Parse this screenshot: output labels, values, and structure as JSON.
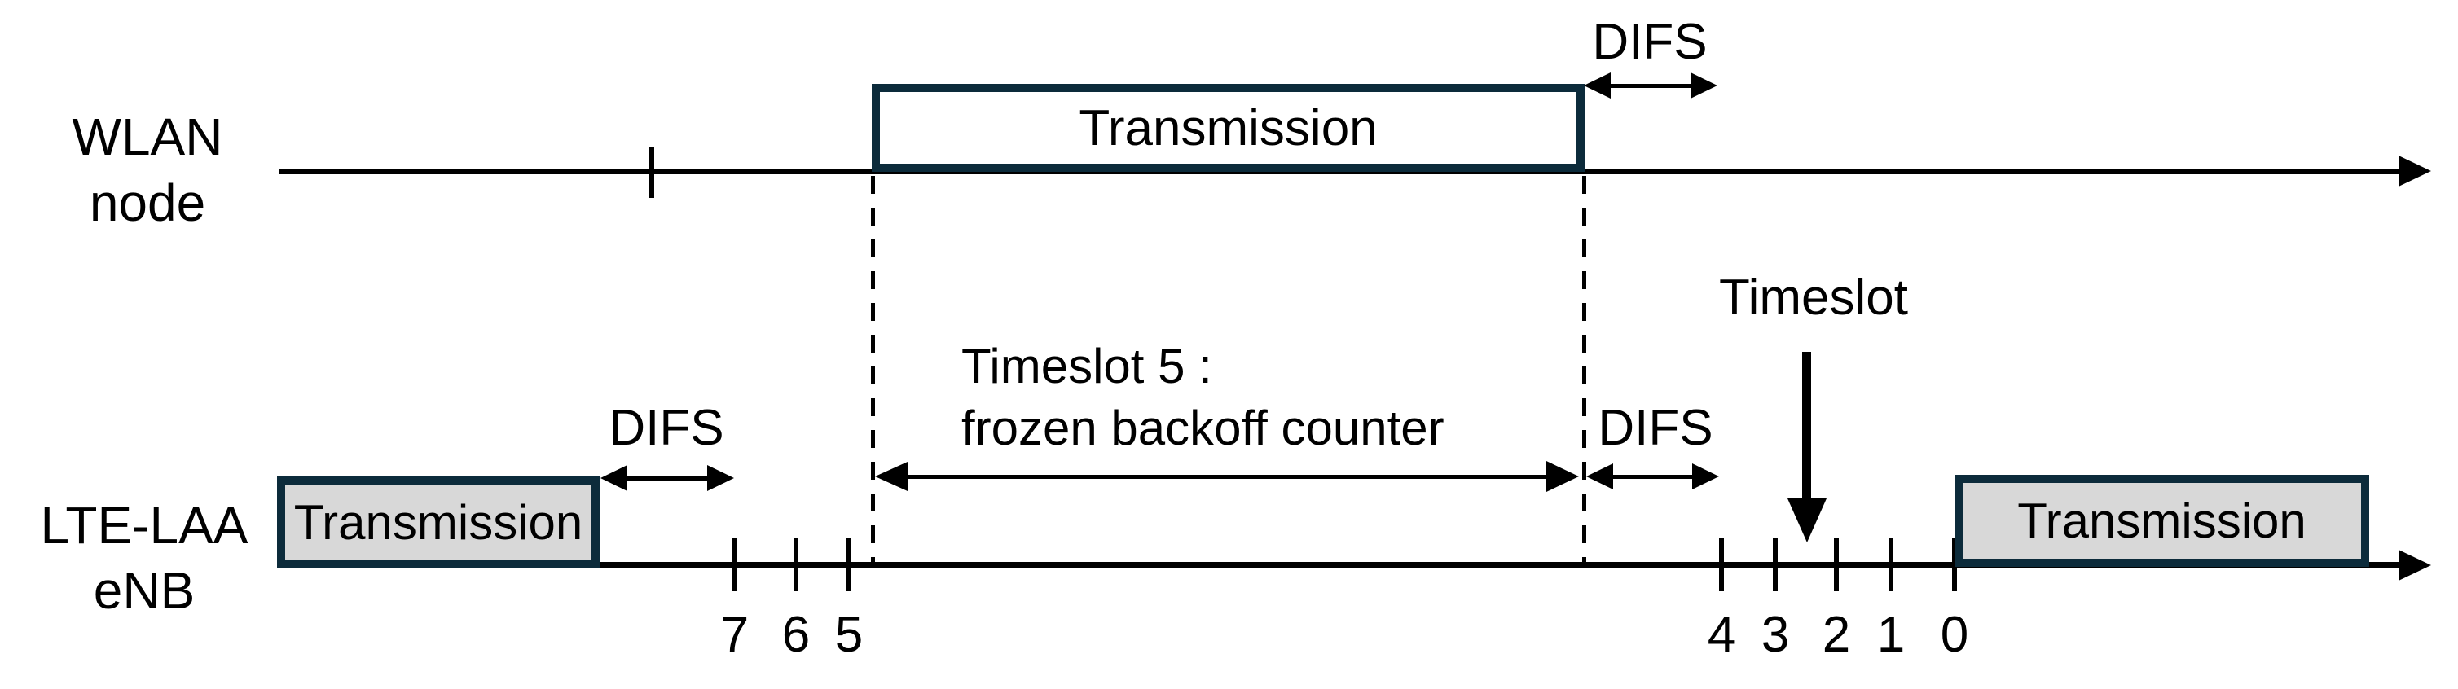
{
  "wlan": {
    "row_label": [
      "WLAN",
      "node"
    ],
    "transmission_box_label": "Transmission",
    "difs_label": "DIFS"
  },
  "lte": {
    "row_label": [
      "LTE-LAA",
      "eNB"
    ],
    "left_transmission_box_label": "Transmission",
    "right_transmission_box_label": "Transmission",
    "difs_left_label": "DIFS",
    "difs_right_label": "DIFS",
    "frozen_backoff_note": [
      "Timeslot 5 :",
      "frozen backoff counter"
    ],
    "timeslot_annotation_label": "Timeslot",
    "backoff_counter_ticks_left": [
      "7",
      "6",
      "5"
    ],
    "backoff_counter_ticks_right": [
      "4",
      "3",
      "2",
      "1",
      "0"
    ]
  },
  "colors": {
    "ink": "#000000",
    "box_border": "#0c2b3b",
    "lte_box_fill": "#d8d8d8",
    "wlan_box_fill": "#ffffff",
    "background": "#ffffff"
  }
}
